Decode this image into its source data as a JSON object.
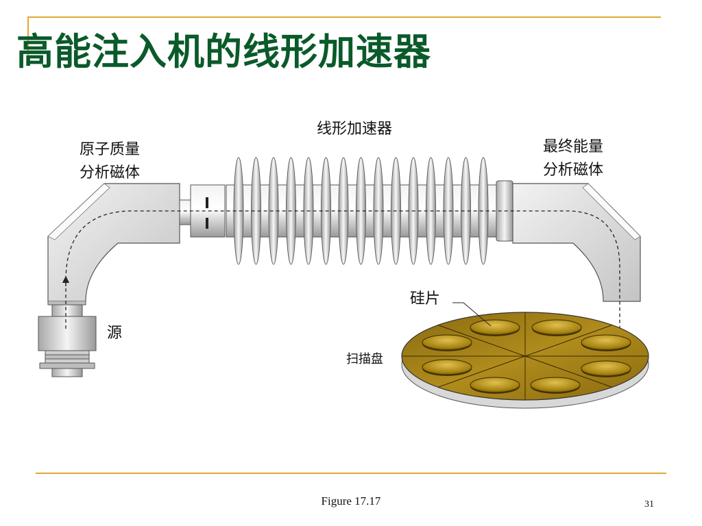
{
  "slide": {
    "title": "高能注入机的线形加速器",
    "caption": "Figure 17.17",
    "page_number": "31"
  },
  "diagram": {
    "labels": {
      "linear_accelerator": "线形加速器",
      "atomic_mass_magnet_line1": "原子质量",
      "atomic_mass_magnet_line2": "分析磁体",
      "final_energy_magnet_line1": "最终能量",
      "final_energy_magnet_line2": "分析磁体",
      "silicon_wafer": "硅片",
      "source": "源",
      "scan_disk": "扫描盘"
    },
    "colors": {
      "title": "#0a5a2a",
      "accent_line": "#e0a830",
      "wafer_gold": "#b08a1a",
      "disk_gold": "#a07c14"
    }
  }
}
